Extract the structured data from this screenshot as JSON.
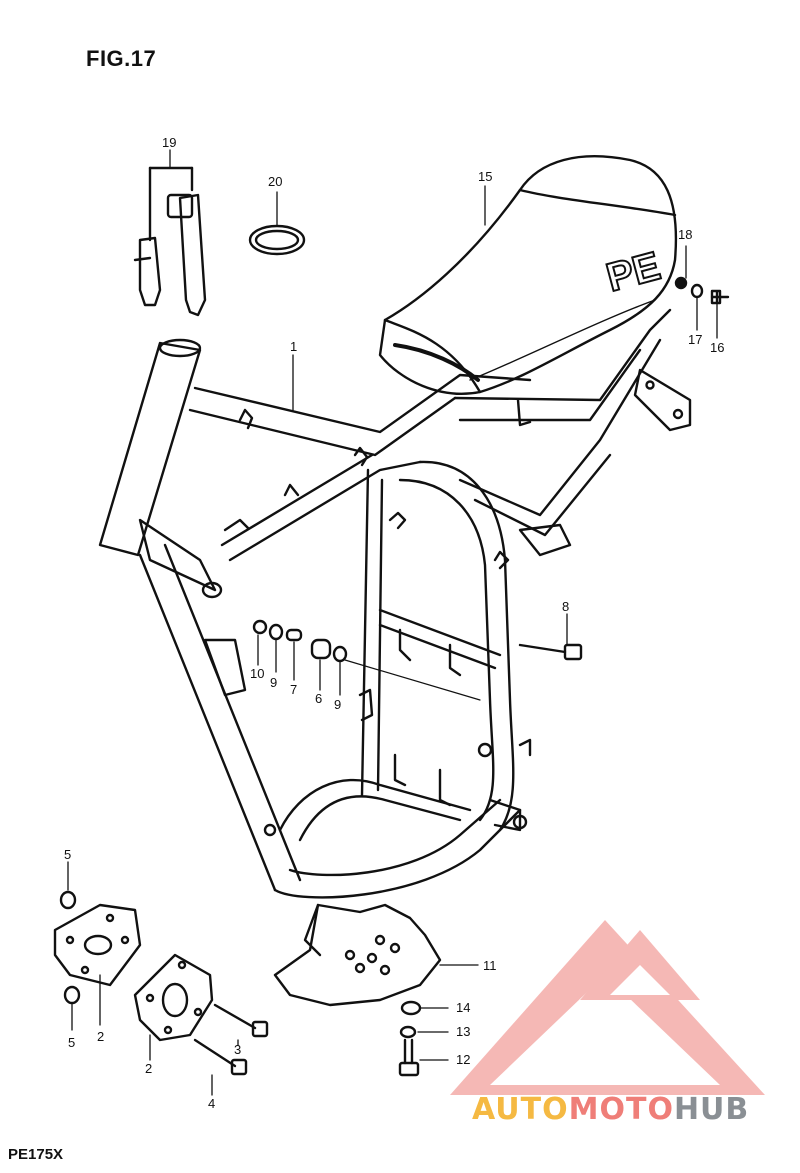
{
  "figure": {
    "title": "FIG.17",
    "model": "PE175X"
  },
  "callouts": {
    "c1": "1",
    "c2a": "2",
    "c2b": "2",
    "c3": "3",
    "c4": "4",
    "c5a": "5",
    "c5b": "5",
    "c6": "6",
    "c7": "7",
    "c8": "8",
    "c9a": "9",
    "c9b": "9",
    "c10": "10",
    "c11": "11",
    "c12": "12",
    "c13": "13",
    "c14": "14",
    "c15": "15",
    "c16": "16",
    "c17": "17",
    "c18": "18",
    "c19": "19",
    "c20": "20"
  },
  "seat_mark": "PE",
  "watermark": {
    "part1": "AUTO",
    "part2": "MOTO",
    "part3": "HUB",
    "colors": {
      "auto": "#f5b942",
      "moto": "#ef7e78",
      "hub": "#8a8f94",
      "logo": "#f08a84"
    }
  }
}
